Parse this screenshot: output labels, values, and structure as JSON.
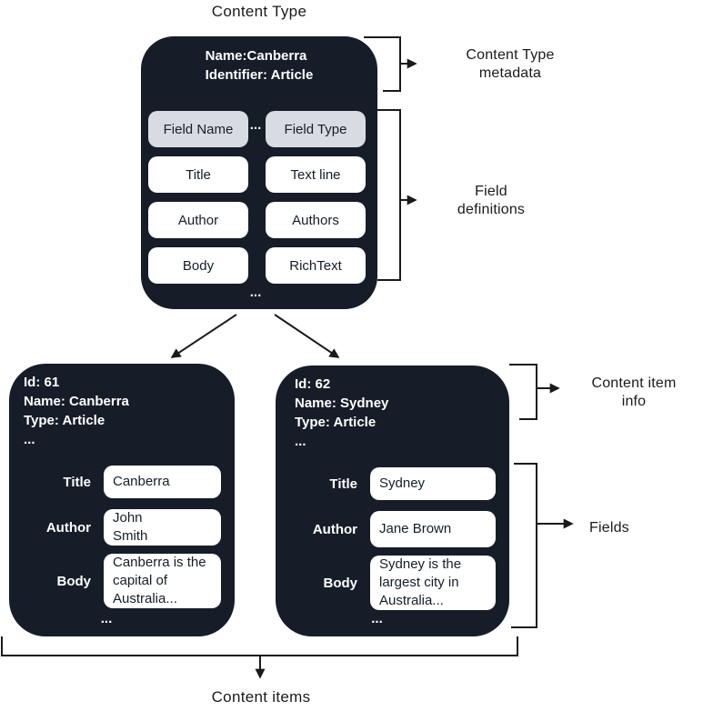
{
  "colors": {
    "box_background": "#161d29",
    "header_cell_background": "#d9dbe3",
    "cell_background": "#ffffff",
    "line_color": "#1a1a1a"
  },
  "labels": {
    "diagram_title": "Content Type",
    "content_type_metadata": [
      "Content Type",
      "metadata"
    ],
    "field_definitions": [
      "Field",
      "definitions"
    ],
    "content_item_info": [
      "Content item",
      "info"
    ],
    "fields": "Fields",
    "content_items": "Content items"
  },
  "content_type": {
    "meta": [
      "Name:Canberra",
      "Identifier: Article"
    ],
    "ellipsis": "...",
    "grid": {
      "headers": [
        "Field Name",
        "Field Type"
      ],
      "rows": [
        [
          "Title",
          "Text line"
        ],
        [
          "Author",
          "Authors"
        ],
        [
          "Body",
          "RichText"
        ]
      ]
    }
  },
  "items": [
    {
      "info": [
        "Id: 61",
        "Name: Canberra",
        "Type: Article"
      ],
      "ellipsis": "...",
      "fields": [
        {
          "label": "Title",
          "value": "Canberra"
        },
        {
          "label": "Author",
          "value": "John\nSmith"
        },
        {
          "label": "Body",
          "value": "Canberra is the\ncapital of\nAustralia..."
        }
      ]
    },
    {
      "info": [
        "Id: 62",
        "Name: Sydney",
        "Type: Article"
      ],
      "ellipsis": "...",
      "fields": [
        {
          "label": "Title",
          "value": "Sydney"
        },
        {
          "label": "Author",
          "value": "Jane Brown"
        },
        {
          "label": "Body",
          "value": "Sydney is the\nlargest city in\nAustralia..."
        }
      ]
    }
  ]
}
